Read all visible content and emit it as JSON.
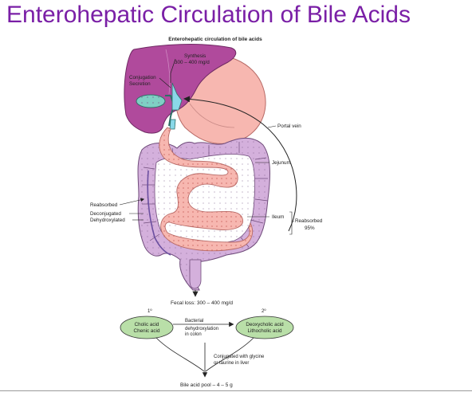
{
  "slide": {
    "title": "Enterohepatic Circulation of Bile Acids"
  },
  "figure": {
    "title": "Enterohepatic circulation of bile acids",
    "synthesis_label": "Synthesis",
    "synthesis_rate": "300 – 400 mg/d",
    "conjugation_label": "Conjugation",
    "secretion_label": "Secretion",
    "portal_vein": "Portal vein",
    "jejunum": "Jejunum",
    "ileum": "Ileum",
    "ileum_reabsorbed": "Reabsorbed",
    "ileum_percent": "95%",
    "colon_reabsorbed": "Reabsorbed",
    "colon_deconjugated": "Deconjugated",
    "colon_dehydroxylated": "Dehydroxylated",
    "fecal_loss": "Fecal loss:  300 – 400 mg/d",
    "primary_marker": "1º",
    "secondary_marker": "2º",
    "primary_acids": [
      "Cholic acid",
      "Chenic acid"
    ],
    "secondary_acids": [
      "Deoxycholic acid",
      "Lithocholic acid"
    ],
    "conversion_lines": [
      "Bacterial",
      "dehydroxylation",
      "in colon"
    ],
    "conjugation_lines": [
      "Conjugated with glycine",
      "or taurine in liver"
    ],
    "pool": "Bile acid pool – 4 – 5 g"
  },
  "colors": {
    "title": "#7a1fa6",
    "liver": "#b04a9c",
    "stomach": "#f7b7b0",
    "colon": "#d4b0dc",
    "gallbladder": "#7fcfc4",
    "ellipse_fill": "#b9dfa8"
  }
}
